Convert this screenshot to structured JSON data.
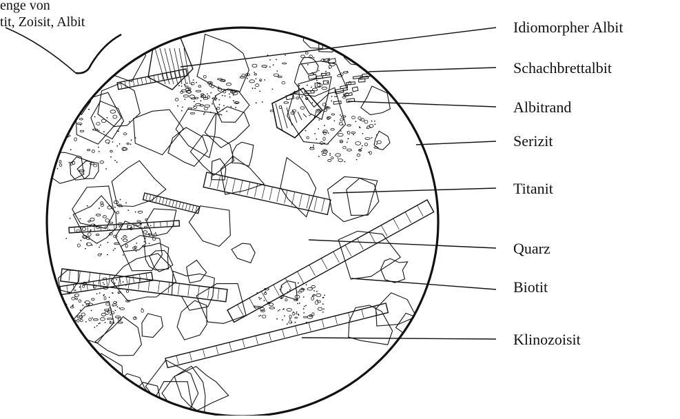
{
  "figure": {
    "top_left_label_lines": [
      "enge von",
      "tit, Zoisit, Albit"
    ],
    "labels": [
      "Idiomorpher Albit",
      "Schachbrettalbit",
      "Albitrand",
      "Serizit",
      "Titanit",
      "Quarz",
      "Biotit",
      "Klinozoisit"
    ],
    "ink_color": "#111111",
    "background": "#ffffff"
  }
}
